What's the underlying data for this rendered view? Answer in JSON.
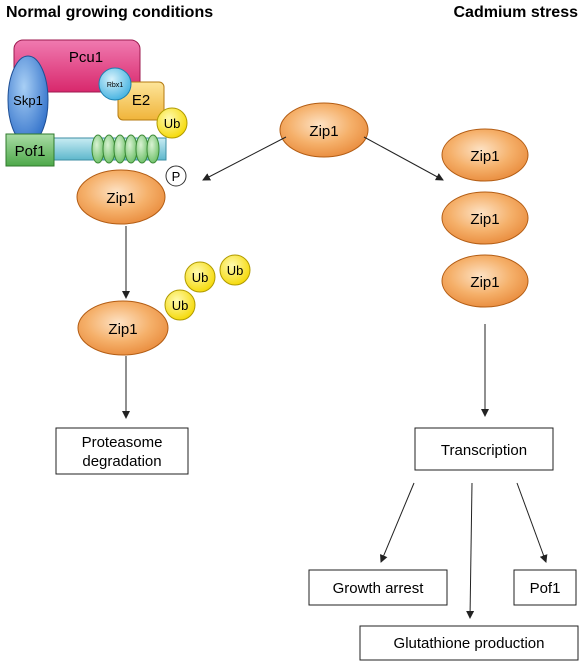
{
  "headings": {
    "left": "Normal growing conditions",
    "right": "Cadmium stress"
  },
  "complex": {
    "pcu1": "Pcu1",
    "skp1": "Skp1",
    "rbx1": "Rbx1",
    "e2": "E2",
    "ub": "Ub",
    "pof1": "Pof1",
    "phospho": "P"
  },
  "zip1": {
    "center": "Zip1",
    "bound": "Zip1",
    "ubiquitinated": "Zip1",
    "dimer_top": "Zip1",
    "dimer_middle": "Zip1",
    "dimer_bottom": "Zip1"
  },
  "ubiquitin_chain": [
    "Ub",
    "Ub",
    "Ub"
  ],
  "boxes": {
    "proteasome_line1": "Proteasome",
    "proteasome_line2": "degradation",
    "transcription": "Transcription",
    "growth_arrest": "Growth arrest",
    "pof1": "Pof1",
    "glutathione": "Glutathione production"
  },
  "colors": {
    "pcu1": "#e0457f",
    "skp1": "#3d7fd6",
    "rbx1": "#5cc1e8",
    "e2": "#f3c24a",
    "ub": "#ffe600",
    "pof1": "#6fbf6a",
    "zip1": "#f0a050",
    "membrane": "#7fc8d8",
    "leucine_repeats": "#8fd08a"
  }
}
